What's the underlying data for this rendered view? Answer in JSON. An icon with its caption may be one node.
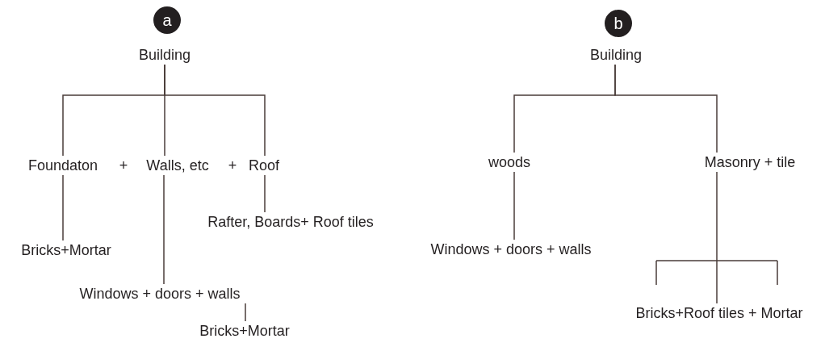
{
  "diagram": {
    "nodes": [
      {
        "text": [
          "a"
        ]
      },
      {
        "text": [
          "Building"
        ]
      },
      {
        "text": [
          "Foundaton"
        ]
      },
      {
        "text": [
          "Walls, etc"
        ]
      },
      {
        "text": [
          "Roof"
        ]
      },
      {
        "text": [
          "Bricks+Mortar"
        ]
      },
      {
        "text": [
          "Rafter, Boards+ Roof tiles"
        ]
      },
      {
        "text": [
          "Windows + doors + walls"
        ]
      },
      {
        "text": [
          "Bricks+Mortar"
        ]
      },
      {
        "text": [
          "b"
        ]
      },
      {
        "text": [
          "Building"
        ]
      },
      {
        "text": [
          "woods"
        ]
      },
      {
        "text": [
          "Masonry + tile"
        ]
      },
      {
        "text": [
          "Windows + doors + walls"
        ]
      },
      {
        "text": [
          "Bricks+Roof tiles + Mortar"
        ]
      }
    ],
    "edges": [
      {
        "from": 1,
        "to": 2,
        "arrow": "none"
      },
      {
        "from": 1,
        "to": 3,
        "arrow": "none"
      },
      {
        "from": 1,
        "to": 4,
        "arrow": "none"
      },
      {
        "from": 2,
        "to": 5,
        "arrow": "none"
      },
      {
        "from": 3,
        "to": 7,
        "arrow": "none"
      },
      {
        "from": 4,
        "to": 6,
        "arrow": "none"
      },
      {
        "from": 7,
        "to": 8,
        "arrow": "none"
      },
      {
        "from": 10,
        "to": 11,
        "arrow": "none"
      },
      {
        "from": 10,
        "to": 12,
        "arrow": "none"
      },
      {
        "from": 11,
        "to": 13,
        "arrow": "none"
      },
      {
        "from": 12,
        "to": 14,
        "arrow": "none"
      }
    ],
    "labels": [
      "+",
      "+"
    ]
  }
}
